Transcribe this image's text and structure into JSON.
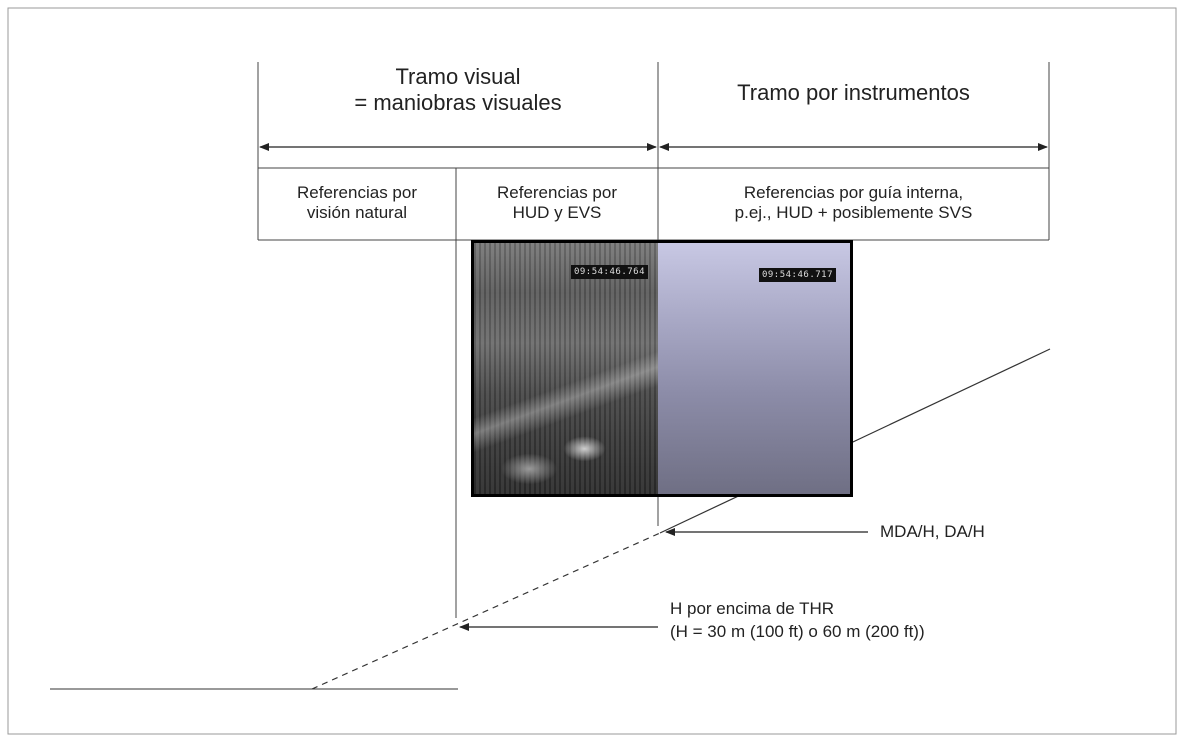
{
  "header": {
    "visual_line1": "Tramo visual",
    "visual_line2": "= maniobras visuales",
    "instrument": "Tramo por instrumentos"
  },
  "cells": {
    "natural_line1": "Referencias por",
    "natural_line2": "visión natural",
    "hud_evs_line1": "Referencias por",
    "hud_evs_line2": "HUD y EVS",
    "internal_line1": "Referencias por guía interna,",
    "internal_line2": "p.ej., HUD + posiblemente SVS"
  },
  "photos": {
    "left_timestamp": "09:54:46.764",
    "right_timestamp": "09:54:46.717"
  },
  "annotations": {
    "mda": "MDA/H, DA/H",
    "thr_line1": "H por encima de THR",
    "thr_line2": "(H = 30 m (100 ft) o 60 m (200 ft))"
  }
}
